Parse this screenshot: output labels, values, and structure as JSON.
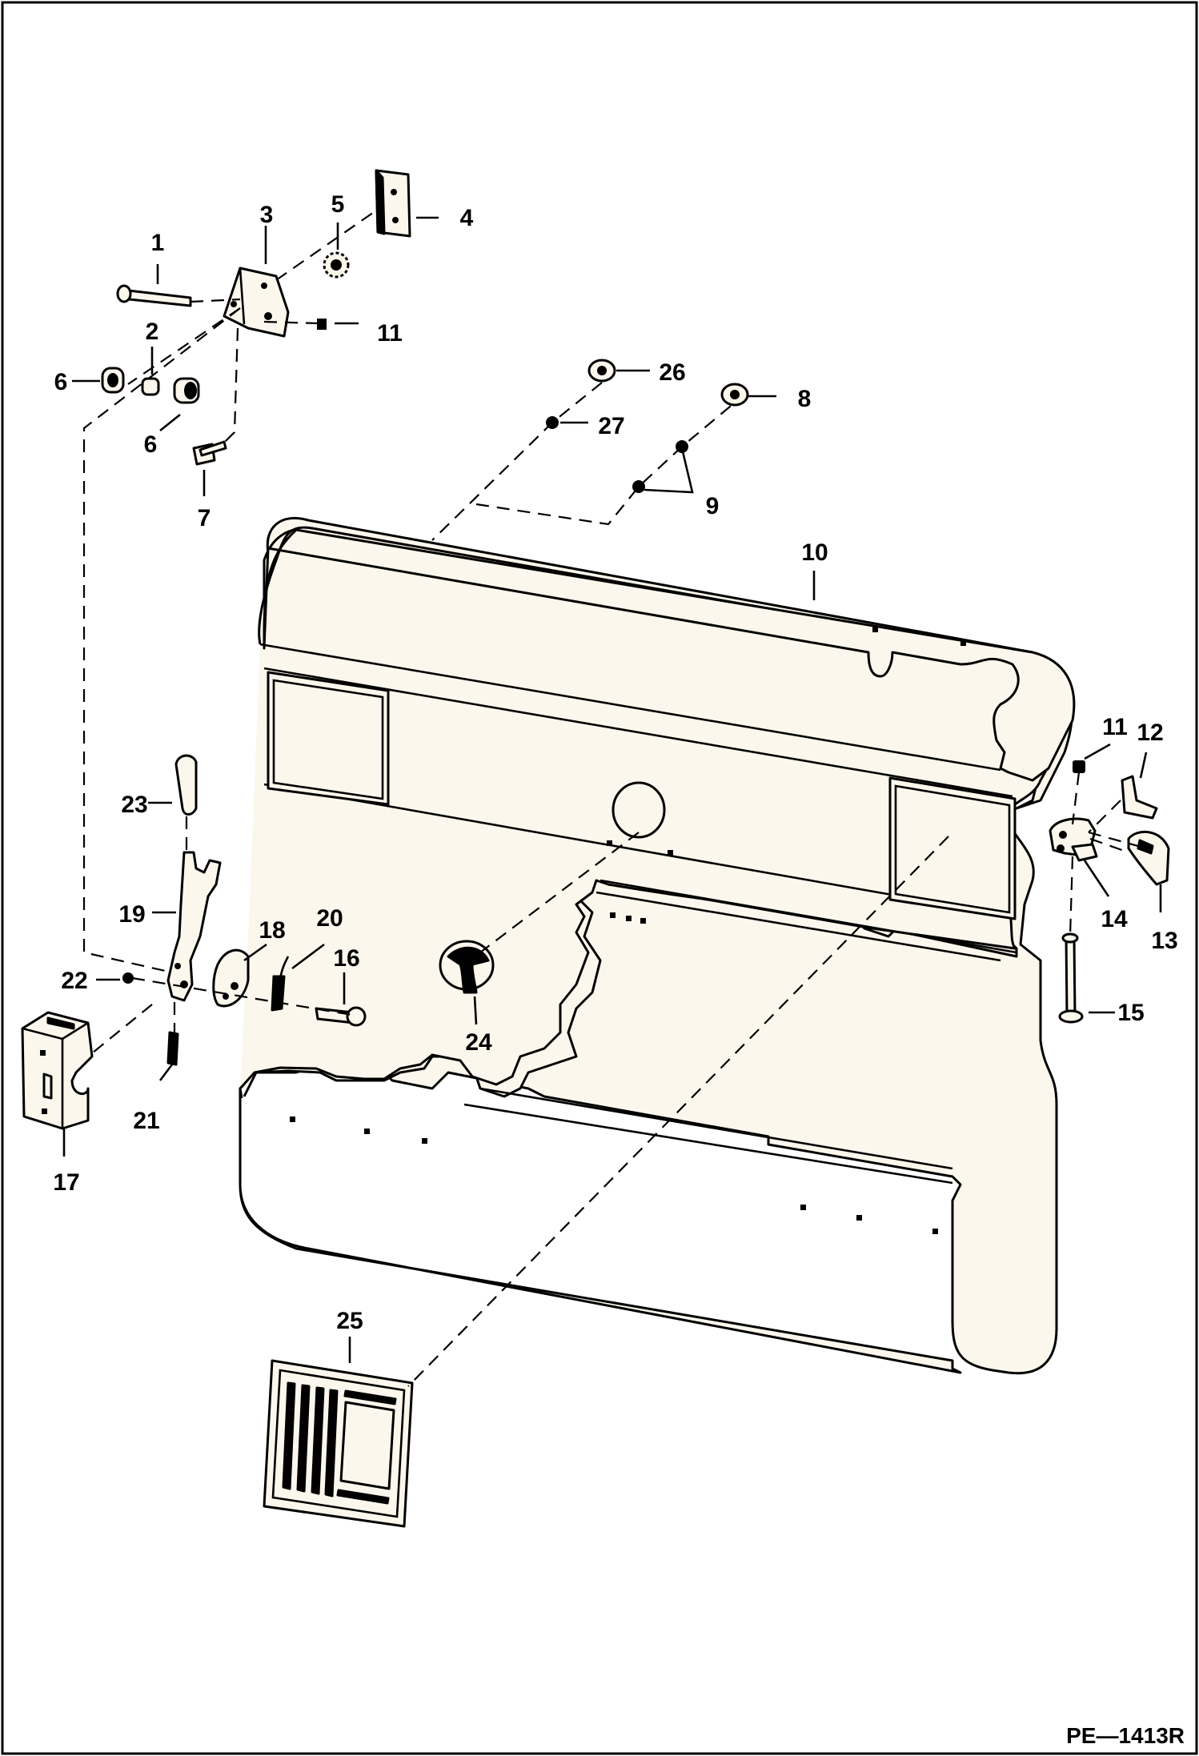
{
  "diagram": {
    "figure_code": "PE—1413R",
    "callouts": [
      {
        "id": "1",
        "label": "1"
      },
      {
        "id": "2",
        "label": "2"
      },
      {
        "id": "3",
        "label": "3"
      },
      {
        "id": "4",
        "label": "4"
      },
      {
        "id": "5",
        "label": "5"
      },
      {
        "id": "6a",
        "label": "6"
      },
      {
        "id": "6b",
        "label": "6"
      },
      {
        "id": "7",
        "label": "7"
      },
      {
        "id": "8",
        "label": "8"
      },
      {
        "id": "9",
        "label": "9"
      },
      {
        "id": "10",
        "label": "10"
      },
      {
        "id": "11a",
        "label": "11"
      },
      {
        "id": "11b",
        "label": "11"
      },
      {
        "id": "12",
        "label": "12"
      },
      {
        "id": "13",
        "label": "13"
      },
      {
        "id": "14",
        "label": "14"
      },
      {
        "id": "15",
        "label": "15"
      },
      {
        "id": "16",
        "label": "16"
      },
      {
        "id": "17",
        "label": "17"
      },
      {
        "id": "18",
        "label": "18"
      },
      {
        "id": "19",
        "label": "19"
      },
      {
        "id": "20",
        "label": "20"
      },
      {
        "id": "21",
        "label": "21"
      },
      {
        "id": "22",
        "label": "22"
      },
      {
        "id": "23",
        "label": "23"
      },
      {
        "id": "24",
        "label": "24"
      },
      {
        "id": "25",
        "label": "25"
      },
      {
        "id": "26",
        "label": "26"
      },
      {
        "id": "27",
        "label": "27"
      }
    ]
  }
}
